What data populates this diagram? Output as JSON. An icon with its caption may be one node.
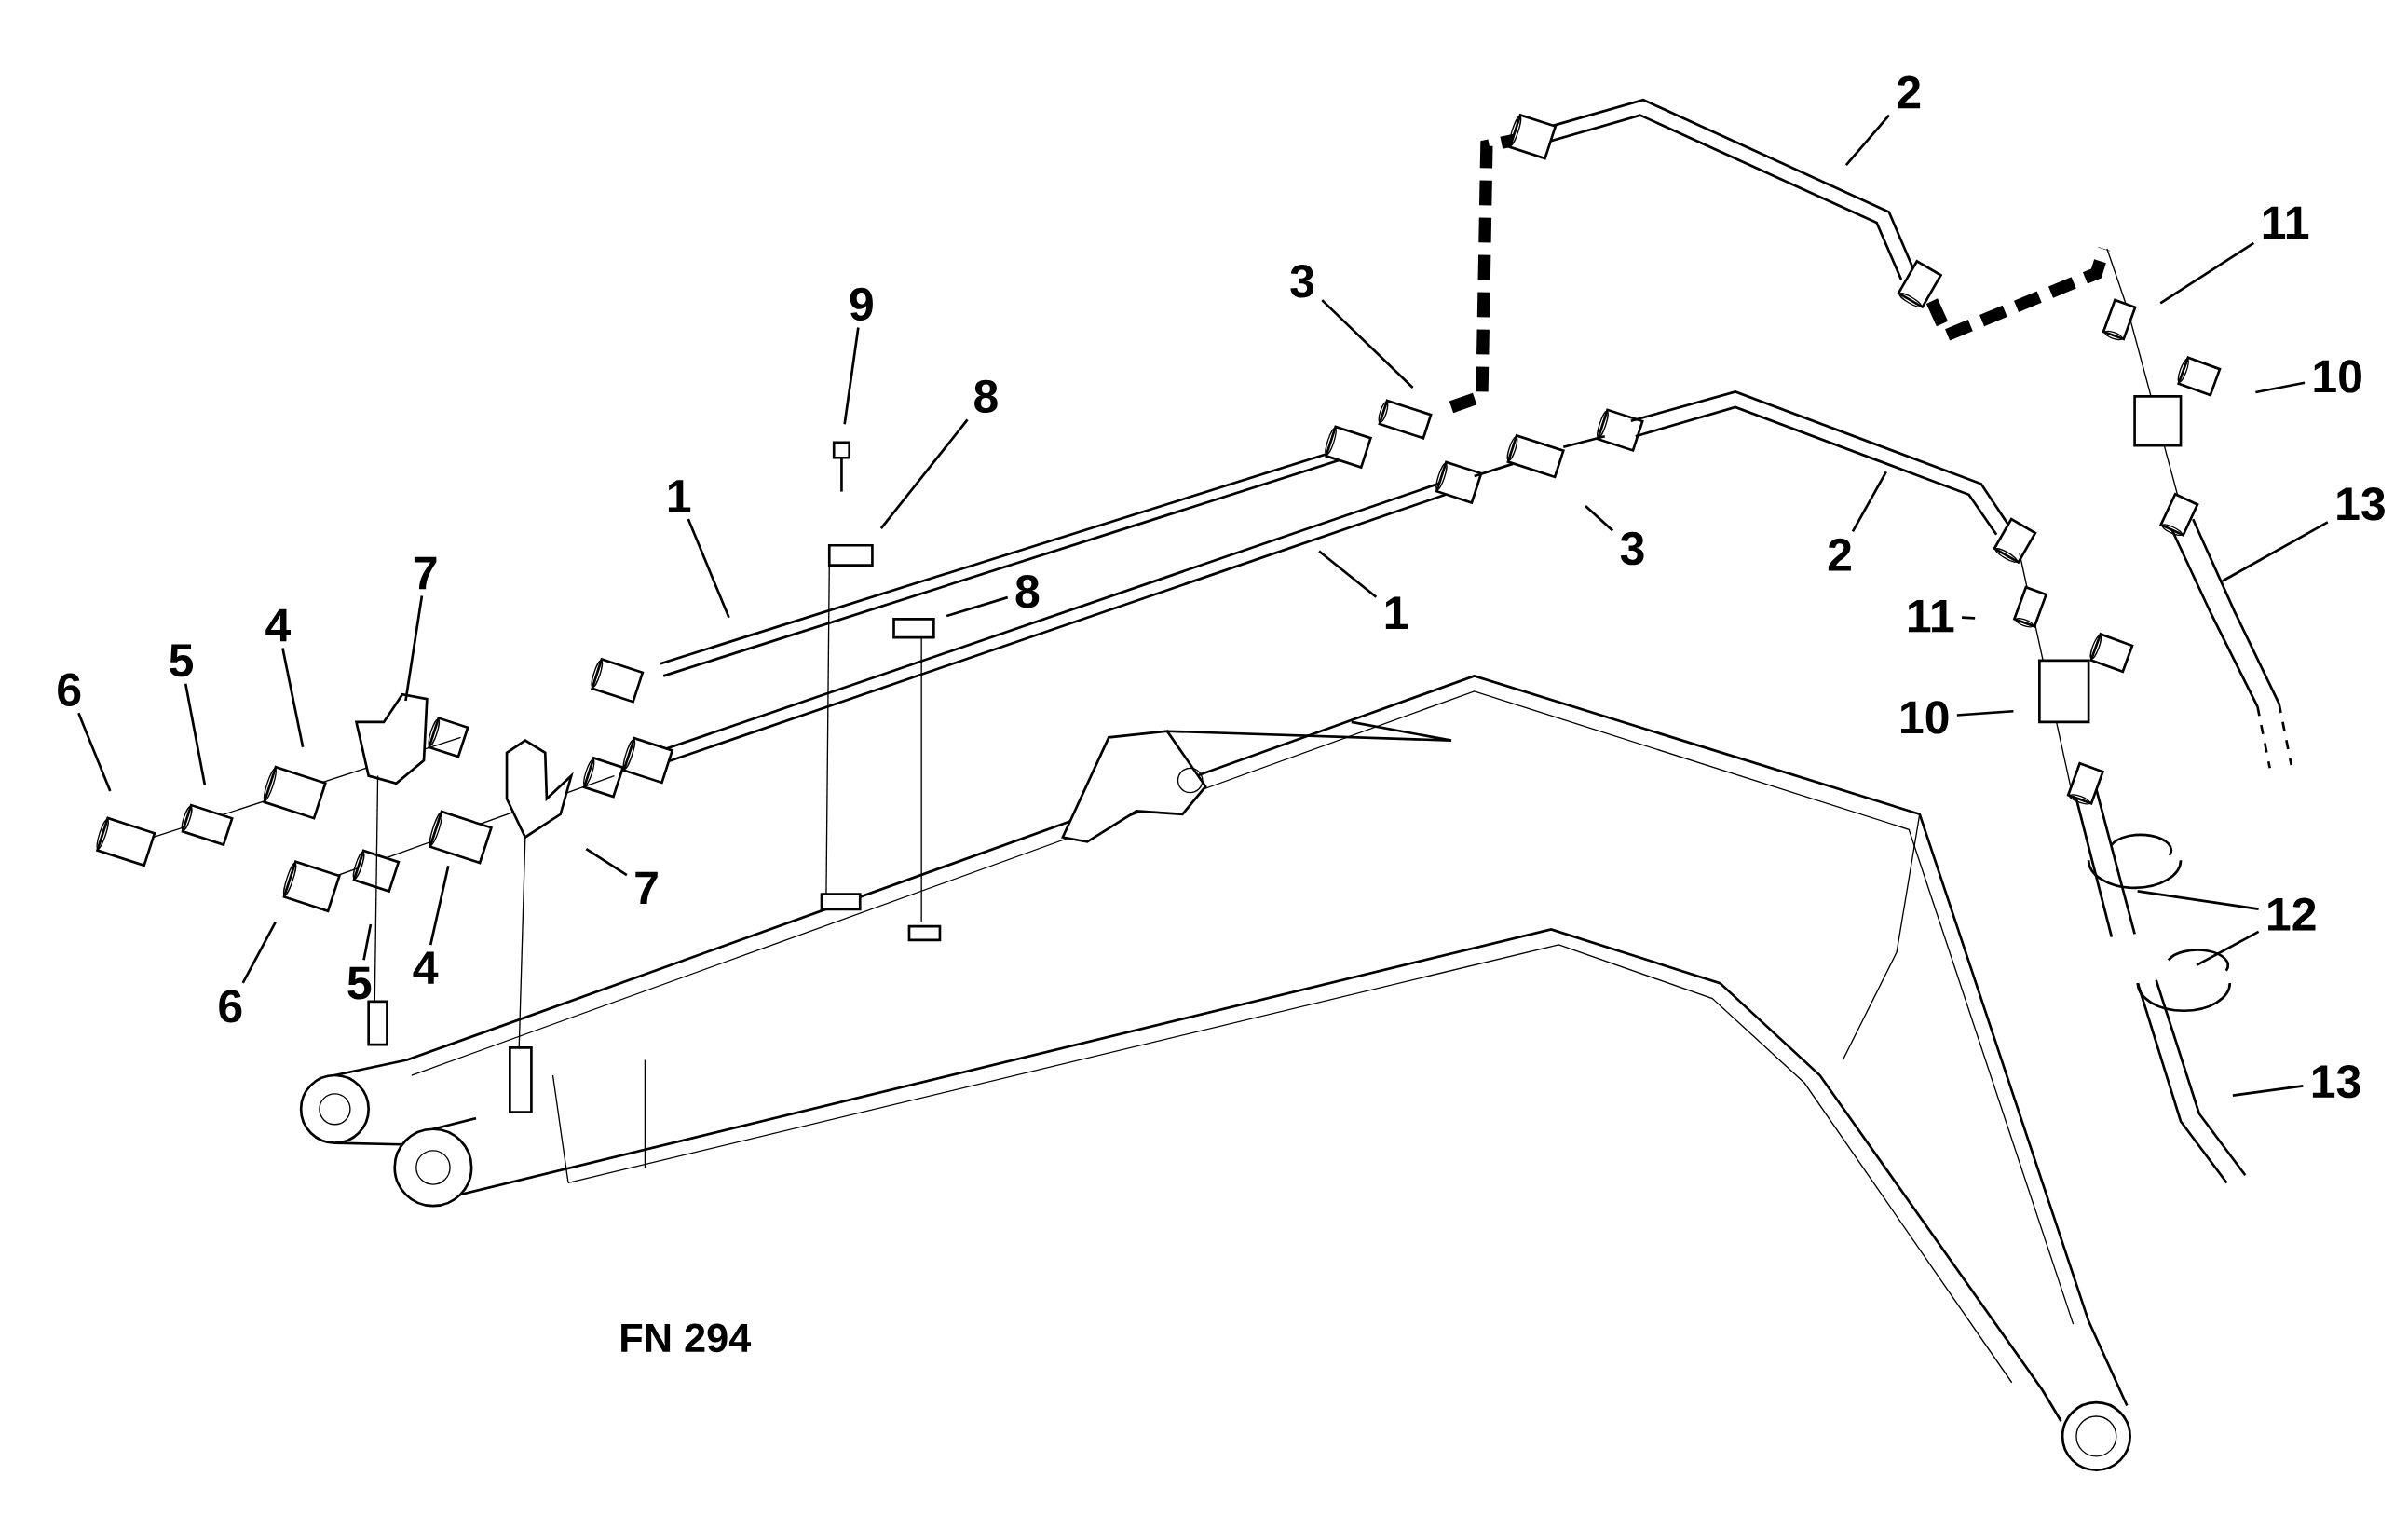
{
  "diagram": {
    "nodes": [
      {
        "text": [
          "2"
        ]
      },
      {
        "text": [
          "11"
        ]
      },
      {
        "text": [
          "3"
        ]
      },
      {
        "text": [
          "9"
        ]
      },
      {
        "text": [
          "10"
        ]
      },
      {
        "text": [
          "8"
        ]
      },
      {
        "text": [
          "1"
        ]
      },
      {
        "text": [
          "13"
        ]
      },
      {
        "text": [
          "3"
        ]
      },
      {
        "text": [
          "2"
        ]
      },
      {
        "text": [
          "7"
        ]
      },
      {
        "text": [
          "8"
        ]
      },
      {
        "text": [
          "1"
        ]
      },
      {
        "text": [
          "11"
        ]
      },
      {
        "text": [
          "4"
        ]
      },
      {
        "text": [
          "5"
        ]
      },
      {
        "text": [
          "6"
        ]
      },
      {
        "text": [
          "10"
        ]
      },
      {
        "text": [
          "7"
        ]
      },
      {
        "text": [
          "12"
        ]
      },
      {
        "text": [
          "5"
        ]
      },
      {
        "text": [
          "4"
        ]
      },
      {
        "text": [
          "6"
        ]
      },
      {
        "text": [
          "13"
        ]
      }
    ],
    "edges": [
      {
        "from": 0,
        "to": null,
        "arrow": "none"
      },
      {
        "from": 1,
        "to": null,
        "arrow": "none"
      },
      {
        "from": 2,
        "to": null,
        "arrow": "none"
      },
      {
        "from": 3,
        "to": null,
        "arrow": "none"
      },
      {
        "from": 4,
        "to": null,
        "arrow": "none"
      },
      {
        "from": 5,
        "to": null,
        "arrow": "none"
      },
      {
        "from": 6,
        "to": null,
        "arrow": "none"
      },
      {
        "from": 7,
        "to": null,
        "arrow": "none"
      },
      {
        "from": 8,
        "to": null,
        "arrow": "none"
      },
      {
        "from": 9,
        "to": null,
        "arrow": "none"
      },
      {
        "from": 10,
        "to": null,
        "arrow": "none"
      },
      {
        "from": 11,
        "to": null,
        "arrow": "none"
      },
      {
        "from": 12,
        "to": null,
        "arrow": "none"
      },
      {
        "from": 13,
        "to": null,
        "arrow": "none"
      },
      {
        "from": 14,
        "to": null,
        "arrow": "none"
      },
      {
        "from": 15,
        "to": null,
        "arrow": "none"
      },
      {
        "from": 16,
        "to": null,
        "arrow": "none"
      },
      {
        "from": 17,
        "to": null,
        "arrow": "none"
      },
      {
        "from": 18,
        "to": null,
        "arrow": "none"
      },
      {
        "from": 19,
        "to": null,
        "arrow": "none"
      },
      {
        "from": 19,
        "to": null,
        "arrow": "none"
      },
      {
        "from": 20,
        "to": null,
        "arrow": "none"
      },
      {
        "from": 21,
        "to": null,
        "arrow": "none"
      },
      {
        "from": 22,
        "to": null,
        "arrow": "none"
      },
      {
        "from": 23,
        "to": null,
        "arrow": "none"
      }
    ],
    "labels": [
      "FN 294"
    ]
  }
}
